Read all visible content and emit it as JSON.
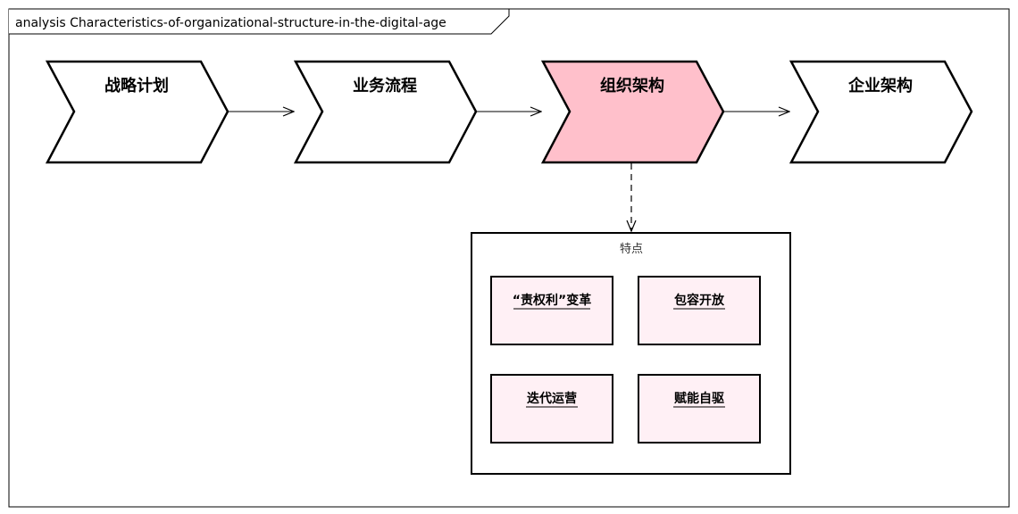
{
  "frame": {
    "title": "analysis Characteristics-of-organizational-structure-in-the-digital-age"
  },
  "chevrons": [
    {
      "label": "战略计划",
      "fill": "#ffffff"
    },
    {
      "label": "业务流程",
      "fill": "#ffffff"
    },
    {
      "label": "组织架构",
      "fill": "#ffc0cb"
    },
    {
      "label": "企业架构",
      "fill": "#ffffff"
    }
  ],
  "group": {
    "label": "特点",
    "items": [
      {
        "label": "“责权利”变革"
      },
      {
        "label": "包容开放"
      },
      {
        "label": "迭代运营"
      },
      {
        "label": "赋能自驱"
      }
    ]
  },
  "colors": {
    "item_fill": "#fff0f5",
    "line": "#000000"
  }
}
